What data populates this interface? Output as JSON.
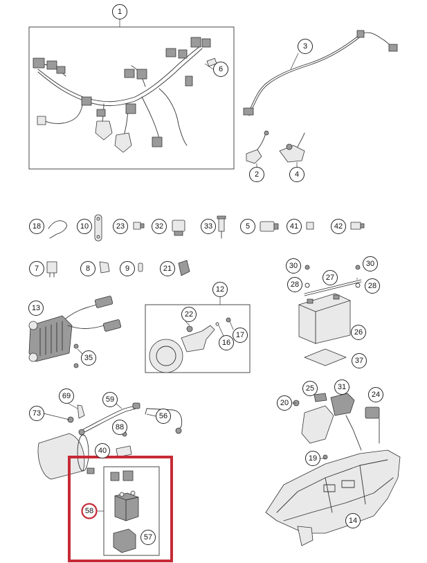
{
  "diagram": {
    "highlight_color": "#c62a36",
    "highlighted_part": "58",
    "callouts": [
      {
        "id": "c1",
        "label": "1"
      },
      {
        "id": "c3",
        "label": "3"
      },
      {
        "id": "c6",
        "label": "6"
      },
      {
        "id": "c2",
        "label": "2"
      },
      {
        "id": "c4",
        "label": "4"
      },
      {
        "id": "c18",
        "label": "18"
      },
      {
        "id": "c10",
        "label": "10"
      },
      {
        "id": "c23",
        "label": "23"
      },
      {
        "id": "c32",
        "label": "32"
      },
      {
        "id": "c33",
        "label": "33"
      },
      {
        "id": "c5",
        "label": "5"
      },
      {
        "id": "c41",
        "label": "41"
      },
      {
        "id": "c42",
        "label": "42"
      },
      {
        "id": "c7",
        "label": "7"
      },
      {
        "id": "c8",
        "label": "8"
      },
      {
        "id": "c9",
        "label": "9"
      },
      {
        "id": "c21",
        "label": "21"
      },
      {
        "id": "c30a",
        "label": "30"
      },
      {
        "id": "c30b",
        "label": "30"
      },
      {
        "id": "c28a",
        "label": "28"
      },
      {
        "id": "c27",
        "label": "27"
      },
      {
        "id": "c28b",
        "label": "28"
      },
      {
        "id": "c13",
        "label": "13"
      },
      {
        "id": "c12",
        "label": "12"
      },
      {
        "id": "c22",
        "label": "22"
      },
      {
        "id": "c16",
        "label": "16"
      },
      {
        "id": "c17",
        "label": "17"
      },
      {
        "id": "c26",
        "label": "26"
      },
      {
        "id": "c35",
        "label": "35"
      },
      {
        "id": "c37",
        "label": "37"
      },
      {
        "id": "c69",
        "label": "69"
      },
      {
        "id": "c59",
        "label": "59"
      },
      {
        "id": "c73",
        "label": "73"
      },
      {
        "id": "c56",
        "label": "56"
      },
      {
        "id": "c88",
        "label": "88"
      },
      {
        "id": "c40",
        "label": "40"
      },
      {
        "id": "c58",
        "label": "58"
      },
      {
        "id": "c57",
        "label": "57"
      },
      {
        "id": "c25",
        "label": "25"
      },
      {
        "id": "c31",
        "label": "31"
      },
      {
        "id": "c24",
        "label": "24"
      },
      {
        "id": "c20",
        "label": "20"
      },
      {
        "id": "c19",
        "label": "19"
      },
      {
        "id": "c14",
        "label": "14"
      }
    ]
  }
}
